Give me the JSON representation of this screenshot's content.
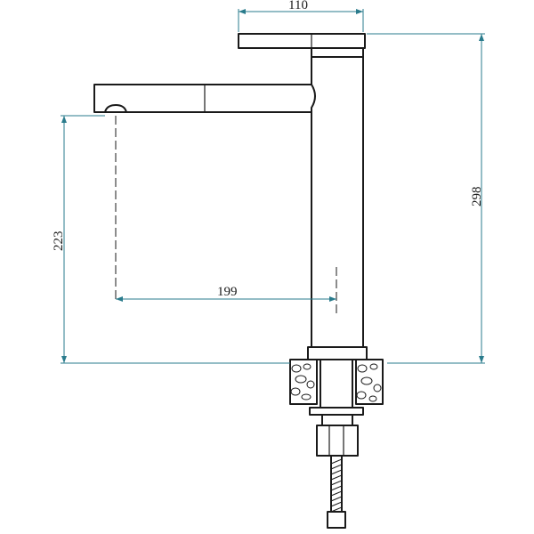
{
  "drawing": {
    "dimensions": {
      "handle_width": "110",
      "total_height": "298",
      "spout_height": "223",
      "spout_reach": "199"
    },
    "colors": {
      "outline": "#1a1a1a",
      "dimension": "#2a7b8c",
      "background": "#ffffff"
    }
  }
}
